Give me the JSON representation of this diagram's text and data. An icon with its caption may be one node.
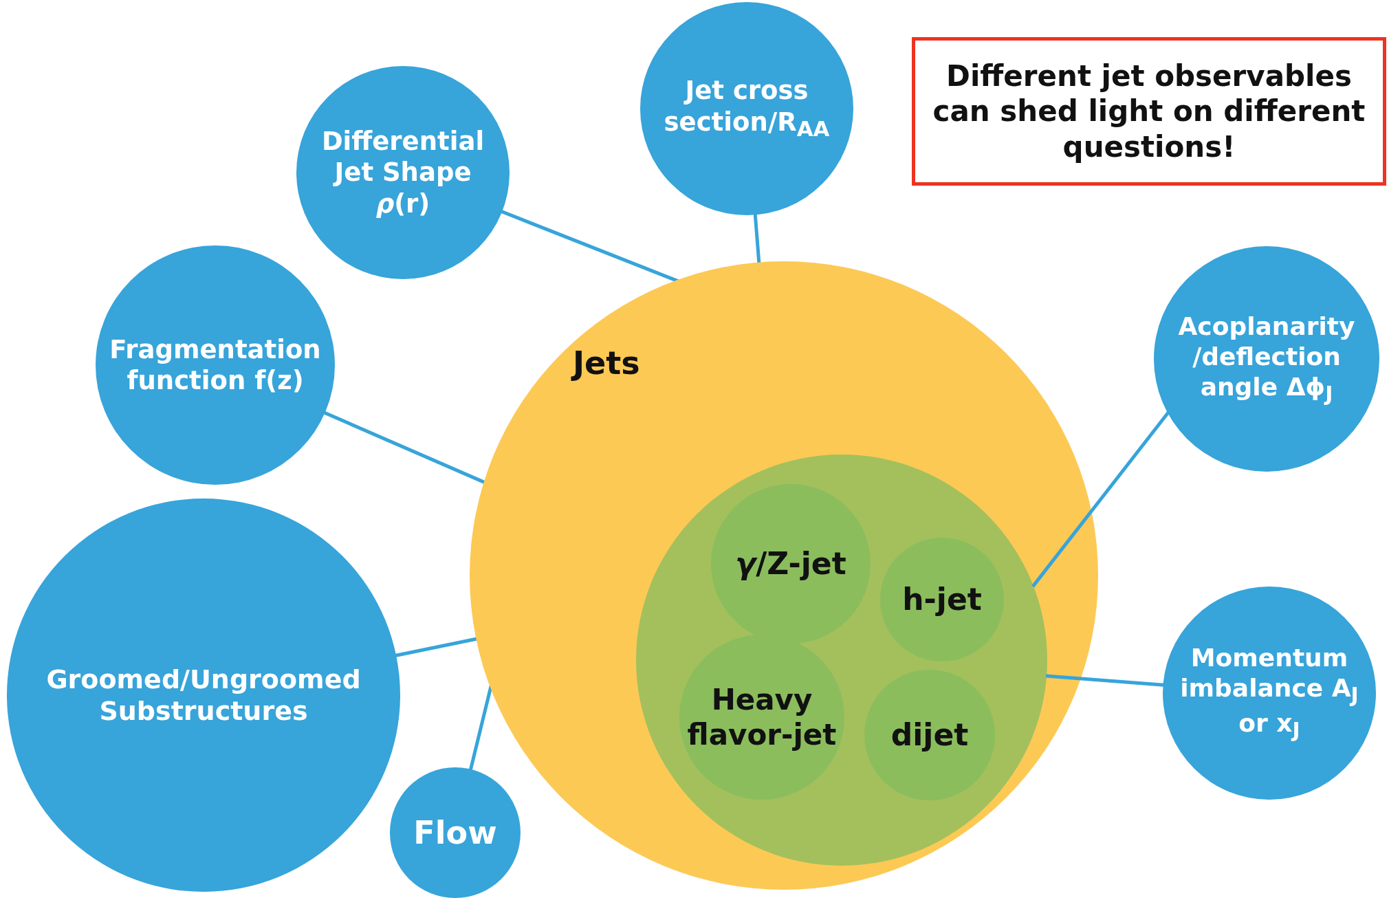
{
  "diagram": {
    "nodes": [
      {
        "text": [
          "Jets"
        ]
      },
      {
        "text": [],
        "shape": "circle",
        "in": 0
      },
      {
        "text": [
          "*γ*/Z-jet"
        ],
        "in": 1
      },
      {
        "text": [
          "h-jet"
        ],
        "in": 1
      },
      {
        "text": [
          "Heavy flavor-jet"
        ],
        "in": 1
      },
      {
        "text": [
          "dijet"
        ],
        "in": 1
      },
      {
        "text": [
          "Jet cross section/R$_{AA}$"
        ]
      },
      {
        "text": [
          "Differential Jet Shape *ρ*(r)"
        ]
      },
      {
        "text": [
          "Fragmentation function f(z)"
        ]
      },
      {
        "text": [
          "Groomed/Ungroomed Substructures"
        ]
      },
      {
        "text": [
          "Flow"
        ]
      },
      {
        "text": [
          "Acoplanarity /deflection angle Δϕ$_{J}$"
        ]
      },
      {
        "text": [
          "Momentum imbalance A$_{J}$ or x$_{J}$"
        ]
      },
      {
        "text": [
          "Different jet observables can shed light on different questions!"
        ]
      }
    ],
    "edges": [
      {
        "from": 6,
        "to": 0,
        "arrow": "none"
      },
      {
        "from": 7,
        "to": 0,
        "arrow": "none"
      },
      {
        "from": 8,
        "to": 0,
        "arrow": "none"
      },
      {
        "from": 9,
        "to": 0,
        "arrow": "none"
      },
      {
        "from": 10,
        "to": 0,
        "arrow": "none"
      },
      {
        "from": 11,
        "to": 1,
        "arrow": "none"
      },
      {
        "from": 12,
        "to": 1,
        "arrow": "none"
      }
    ]
  }
}
